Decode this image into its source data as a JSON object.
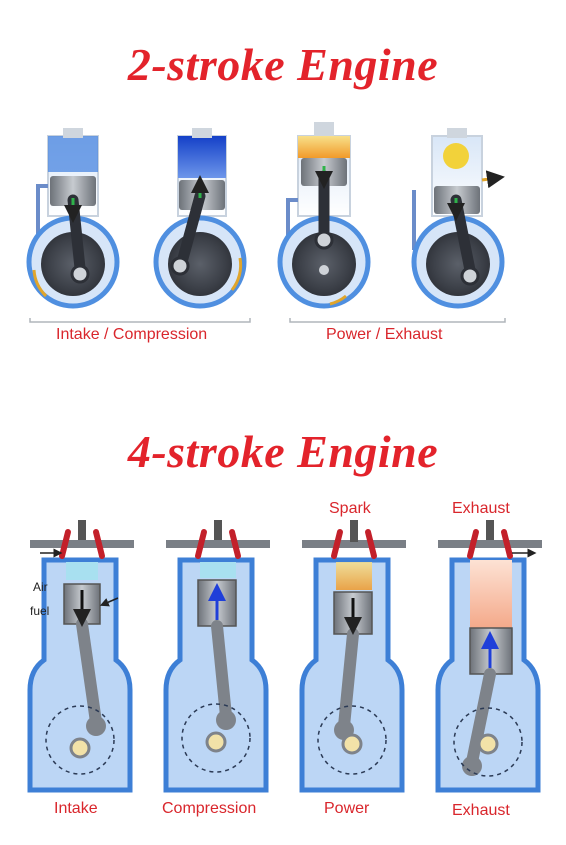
{
  "two_stroke": {
    "title": "2-stroke Engine",
    "phase_labels": [
      "Intake / Compression",
      "Power / Exhaust"
    ]
  },
  "four_stroke": {
    "title": "4-stroke Engine",
    "stroke_labels": [
      "Intake",
      "Compression",
      "Power",
      "Exhaust"
    ],
    "top_labels": {
      "spark": "Spark",
      "exhaust": "Exhaust"
    },
    "side_labels": {
      "air": "Air",
      "fuel": "fuel"
    }
  },
  "colors": {
    "title_red": "#e3232b",
    "label_red": "#d9262c",
    "casing_blue": "#3d7fd6",
    "fill_blue": "#bcd6f5",
    "piston_gray": "#8a8f96",
    "arrow_blue": "#1f3fd9",
    "flame_orange": "#f4a623",
    "exhaust_pink": "#f6b8a0"
  }
}
